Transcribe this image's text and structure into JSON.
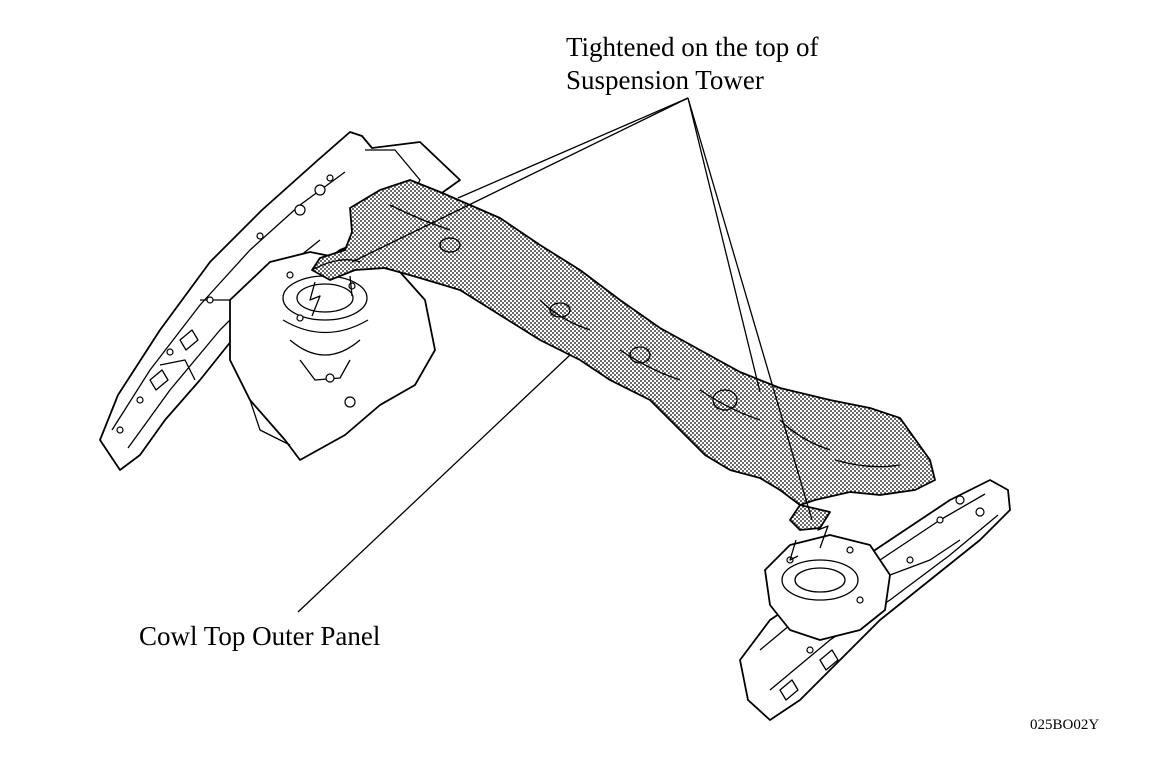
{
  "labels": {
    "tower_line1": "Tightened on the top of",
    "tower_line2": "Suspension Tower",
    "panel": "Cowl Top Outer Panel",
    "figure_code": "025BO02Y"
  },
  "colors": {
    "ink": "#000000",
    "paper": "#ffffff"
  }
}
